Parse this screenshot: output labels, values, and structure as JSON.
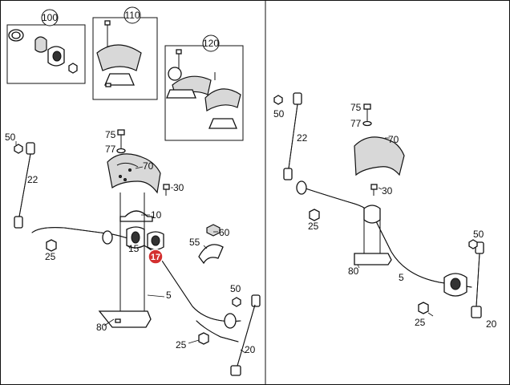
{
  "colors": {
    "highlight": "#d32f2f",
    "line": "#111111",
    "shade": "#d8d8d8"
  },
  "detail_boxes": [
    {
      "label": "100"
    },
    {
      "label": "110"
    },
    {
      "label": "120"
    }
  ],
  "highlighted_part": {
    "label": "17"
  },
  "left_labels": {
    "p50_top": "50",
    "p22": "22",
    "p75": "75",
    "p77": "77",
    "p70": "70",
    "p30": "30",
    "p10": "10",
    "p15": "15",
    "p60": "60",
    "p55": "55",
    "p25_left": "25",
    "p5": "5",
    "p80": "80",
    "p50_bottom": "50",
    "p25_bottom": "25",
    "p20": "20"
  },
  "right_labels": {
    "p50_top": "50",
    "p22": "22",
    "p75": "75",
    "p77": "77",
    "p70": "70",
    "p30": "30",
    "p25_left": "25",
    "p80": "80",
    "p5": "5",
    "p50_right": "50",
    "p25_bottom": "25",
    "p20": "20"
  }
}
